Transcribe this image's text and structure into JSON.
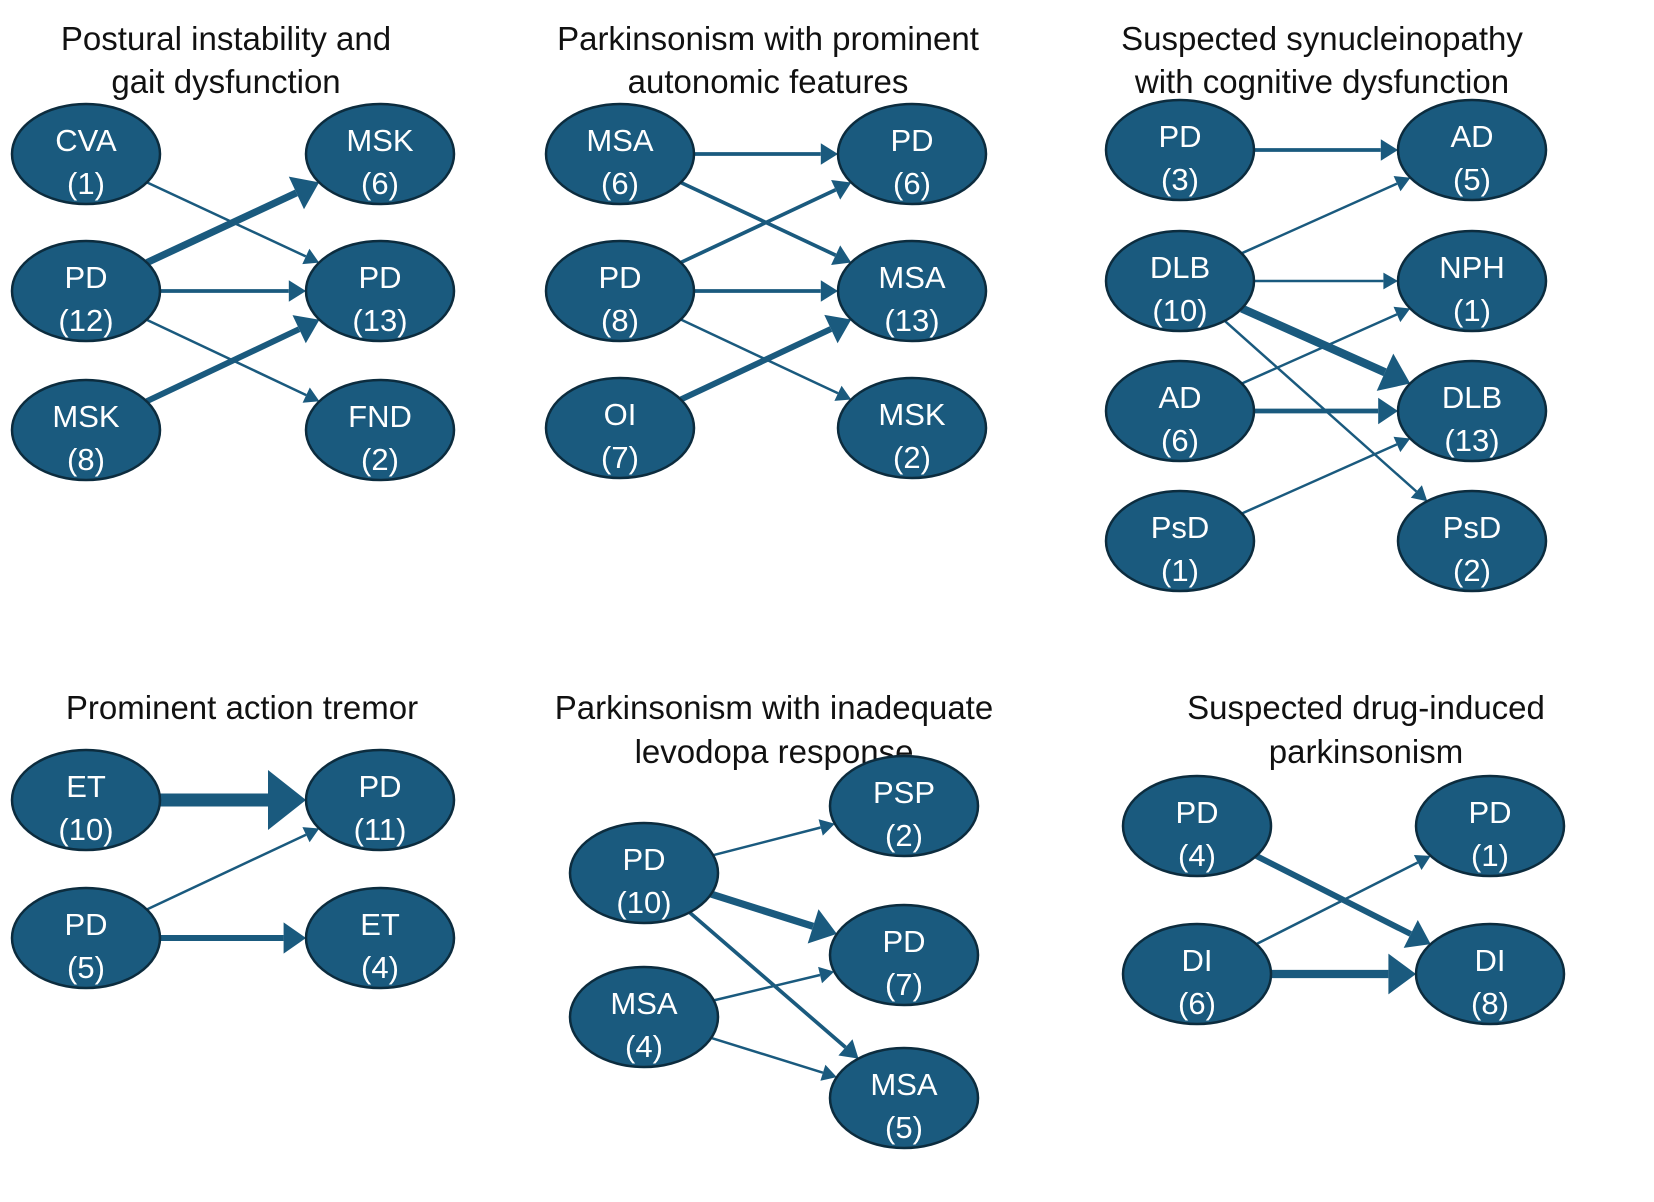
{
  "colors": {
    "node_fill": "#1a5a7e",
    "node_stroke": "#0c2c3e",
    "edge": "#1a5a7e",
    "text": "#111111",
    "background": "#ffffff"
  },
  "panels": [
    {
      "id": "gait",
      "title_lines": [
        "Postural instability and",
        "gait dysfunction"
      ],
      "left": [
        {
          "label": "CVA",
          "count": "(1)"
        },
        {
          "label": "PD",
          "count": "(12)"
        },
        {
          "label": "MSK",
          "count": "(8)"
        }
      ],
      "right": [
        {
          "label": "MSK",
          "count": "(6)"
        },
        {
          "label": "PD",
          "count": "(13)"
        },
        {
          "label": "FND",
          "count": "(2)"
        }
      ],
      "edges": [
        {
          "from": 0,
          "to": 1,
          "weight": 1
        },
        {
          "from": 1,
          "to": 0,
          "weight": 5
        },
        {
          "from": 1,
          "to": 1,
          "weight": 2
        },
        {
          "from": 1,
          "to": 2,
          "weight": 1
        },
        {
          "from": 2,
          "to": 1,
          "weight": 4
        }
      ]
    },
    {
      "id": "autonomic",
      "title_lines": [
        "Parkinsonism with prominent",
        "autonomic features"
      ],
      "left": [
        {
          "label": "MSA",
          "count": "(6)"
        },
        {
          "label": "PD",
          "count": "(8)"
        },
        {
          "label": "OI",
          "count": "(7)"
        }
      ],
      "right": [
        {
          "label": "PD",
          "count": "(6)"
        },
        {
          "label": "MSA",
          "count": "(13)"
        },
        {
          "label": "MSK",
          "count": "(2)"
        }
      ],
      "edges": [
        {
          "from": 0,
          "to": 0,
          "weight": 2
        },
        {
          "from": 0,
          "to": 1,
          "weight": 2
        },
        {
          "from": 1,
          "to": 0,
          "weight": 2
        },
        {
          "from": 1,
          "to": 1,
          "weight": 2
        },
        {
          "from": 1,
          "to": 2,
          "weight": 1
        },
        {
          "from": 2,
          "to": 1,
          "weight": 4
        }
      ]
    },
    {
      "id": "cognitive",
      "title_lines": [
        "Suspected synucleinopathy",
        "with cognitive dysfunction"
      ],
      "left": [
        {
          "label": "PD",
          "count": "(3)"
        },
        {
          "label": "DLB",
          "count": "(10)"
        },
        {
          "label": "AD",
          "count": "(6)"
        },
        {
          "label": "PsD",
          "count": "(1)"
        }
      ],
      "right": [
        {
          "label": "AD",
          "count": "(5)"
        },
        {
          "label": "NPH",
          "count": "(1)"
        },
        {
          "label": "DLB",
          "count": "(13)"
        },
        {
          "label": "PsD",
          "count": "(2)"
        }
      ],
      "edges": [
        {
          "from": 0,
          "to": 0,
          "weight": 2
        },
        {
          "from": 1,
          "to": 0,
          "weight": 1
        },
        {
          "from": 1,
          "to": 1,
          "weight": 1
        },
        {
          "from": 1,
          "to": 2,
          "weight": 6
        },
        {
          "from": 1,
          "to": 3,
          "weight": 1
        },
        {
          "from": 2,
          "to": 1,
          "weight": 1
        },
        {
          "from": 2,
          "to": 2,
          "weight": 3
        },
        {
          "from": 3,
          "to": 2,
          "weight": 1
        }
      ]
    },
    {
      "id": "tremor",
      "title_lines": [
        "Prominent action tremor"
      ],
      "left": [
        {
          "label": "ET",
          "count": "(10)"
        },
        {
          "label": "PD",
          "count": "(5)"
        }
      ],
      "right": [
        {
          "label": "PD",
          "count": "(11)"
        },
        {
          "label": "ET",
          "count": "(4)"
        }
      ],
      "edges": [
        {
          "from": 0,
          "to": 0,
          "weight": 10
        },
        {
          "from": 1,
          "to": 0,
          "weight": 1
        },
        {
          "from": 1,
          "to": 1,
          "weight": 4
        }
      ]
    },
    {
      "id": "levodopa",
      "title_lines": [
        "Parkinsonism with inadequate",
        "levodopa response"
      ],
      "left": [
        {
          "label": "PD",
          "count": "(10)"
        },
        {
          "label": "MSA",
          "count": "(4)"
        }
      ],
      "right": [
        {
          "label": "PSP",
          "count": "(2)"
        },
        {
          "label": "PD",
          "count": "(7)"
        },
        {
          "label": "MSA",
          "count": "(5)"
        }
      ],
      "edges": [
        {
          "from": 0,
          "to": 0,
          "weight": 1
        },
        {
          "from": 0,
          "to": 1,
          "weight": 5
        },
        {
          "from": 0,
          "to": 2,
          "weight": 2
        },
        {
          "from": 1,
          "to": 1,
          "weight": 1
        },
        {
          "from": 1,
          "to": 2,
          "weight": 1
        }
      ]
    },
    {
      "id": "drug",
      "title_lines": [
        "Suspected drug-induced",
        "parkinsonism"
      ],
      "left": [
        {
          "label": "PD",
          "count": "(4)"
        },
        {
          "label": "DI",
          "count": "(6)"
        }
      ],
      "right": [
        {
          "label": "PD",
          "count": "(1)"
        },
        {
          "label": "DI",
          "count": "(8)"
        }
      ],
      "edges": [
        {
          "from": 0,
          "to": 1,
          "weight": 4
        },
        {
          "from": 1,
          "to": 0,
          "weight": 1
        },
        {
          "from": 1,
          "to": 1,
          "weight": 6
        }
      ]
    }
  ]
}
